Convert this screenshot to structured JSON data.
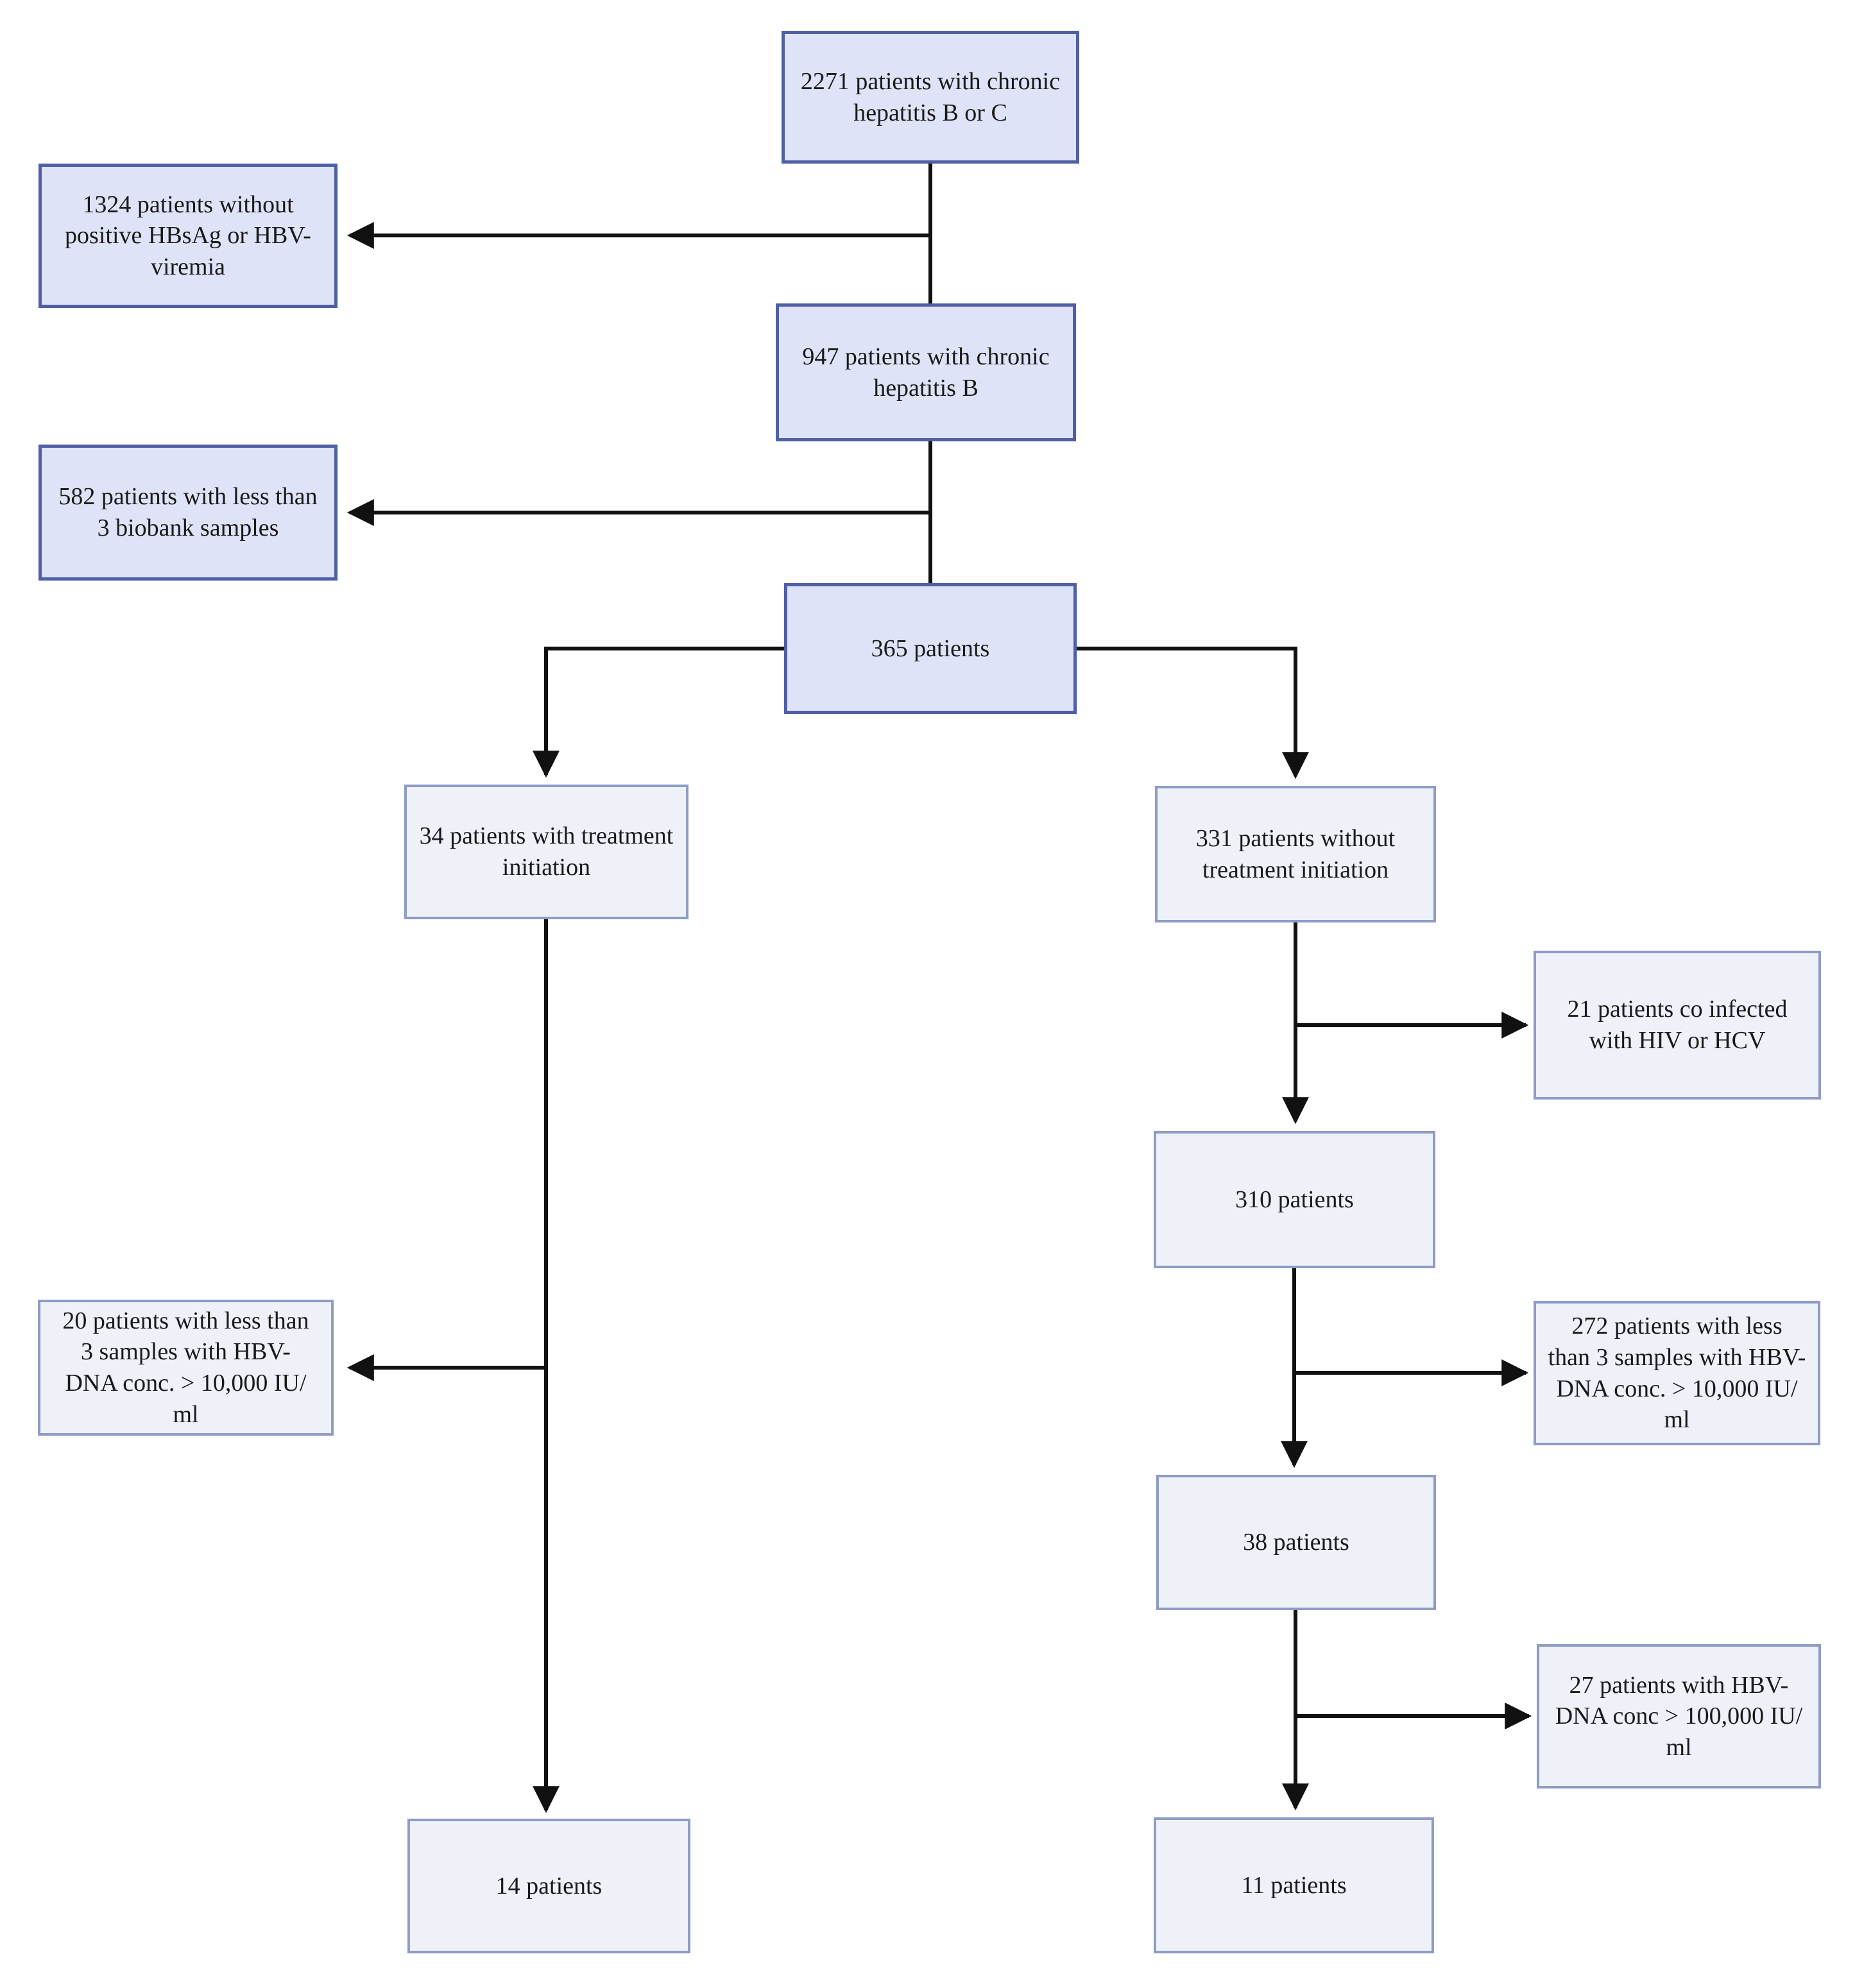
{
  "diagram": {
    "type": "flowchart",
    "nodes": {
      "n1": {
        "label": "2271 patients with chronic\nhepatitis B or C"
      },
      "n2": {
        "label": "1324 patients without\npositive HBsAg or HBV-\nviremia"
      },
      "n3": {
        "label": "947 patients with chronic\nhepatitis B"
      },
      "n4": {
        "label": "582 patients with less than\n3 biobank samples"
      },
      "n5": {
        "label": "365 patients"
      },
      "n6": {
        "label": "34 patients with treatment\ninitiation"
      },
      "n7": {
        "label": "331 patients without\ntreatment initiation"
      },
      "n8": {
        "label": "21 patients co infected\nwith HIV or HCV"
      },
      "n9": {
        "label": "310 patients"
      },
      "n10": {
        "label": "272 patients with less\nthan 3 samples with HBV-\nDNA conc. > 10,000 IU/\nml"
      },
      "n11": {
        "label": "38 patients"
      },
      "n12": {
        "label": "27 patients with HBV-\nDNA conc > 100,000 IU/\nml"
      },
      "n13": {
        "label": "11 patients"
      },
      "n14": {
        "label": "20 patients with less than\n3 samples with HBV-\nDNA conc. > 10,000 IU/\nml"
      },
      "n15": {
        "label": "14 patients"
      }
    },
    "colors": {
      "primary_fill": "#dfe3f7",
      "primary_border": "#4f5fa5",
      "secondary_fill": "#eef1f8",
      "secondary_border": "#8e9cc6",
      "connector": "#111111",
      "text": "#1a1a1a",
      "background": "#ffffff"
    }
  }
}
